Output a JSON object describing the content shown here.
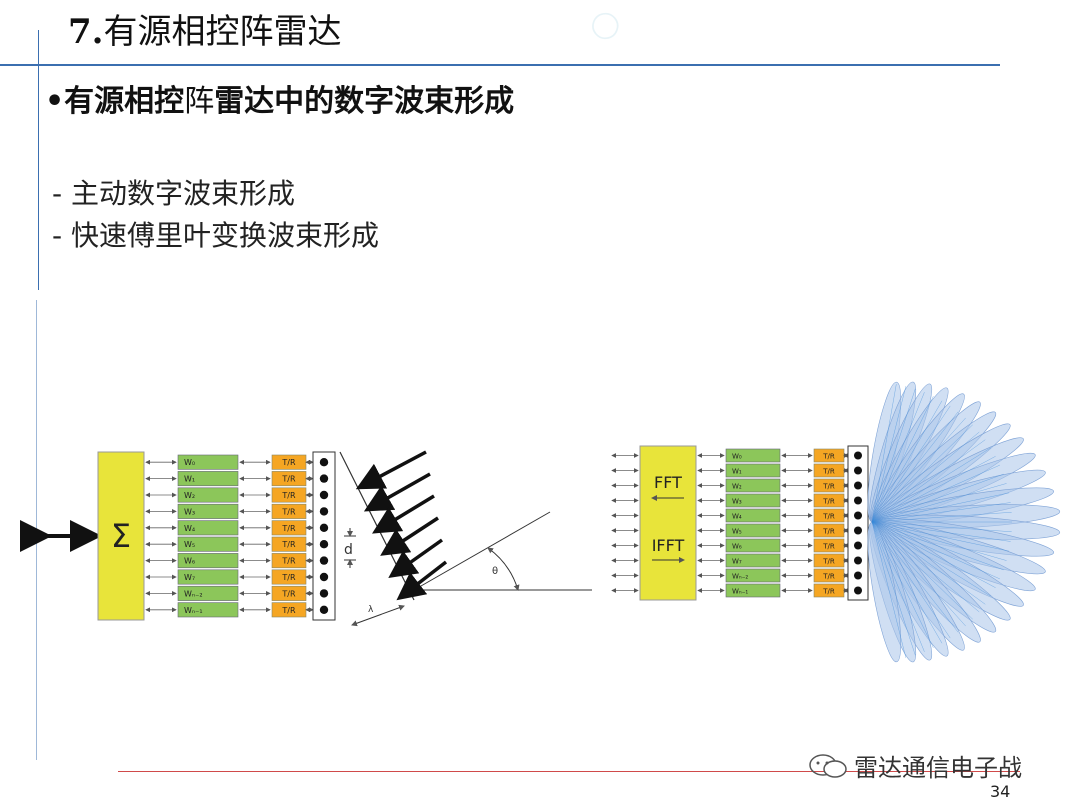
{
  "slide": {
    "title_num": "7.",
    "title_text": "有源相控阵雷达",
    "subtitle_bold_1": "•有源相控",
    "subtitle_thin": "阵",
    "subtitle_bold_2": "雷达中的数字波束形成",
    "bullets": [
      "- 主动数字波束形成",
      "- 快速傅里叶变换波束形成"
    ],
    "page_number": "34",
    "watermark_brand": "雷达通信电子战"
  },
  "diagram_left": {
    "sum_symbol": "Σ",
    "weights": [
      "W₀",
      "W₁",
      "W₂",
      "W₃",
      "W₄",
      "W₅",
      "W₆",
      "W₇",
      "Wₙ₋₂",
      "Wₙ₋₁"
    ],
    "tr_labels": [
      "T/R",
      "T/R",
      "T/R",
      "T/R",
      "T/R",
      "T/R",
      "T/R",
      "T/R",
      "T/R",
      "T/R"
    ],
    "d_label": "d",
    "lambda_label": "λ",
    "theta_label": "θ"
  },
  "diagram_right": {
    "fft_label": "FFT",
    "ifft_label": "IFFT",
    "weights": [
      "W₀",
      "W₁",
      "W₂",
      "W₃",
      "W₄",
      "W₅",
      "W₆",
      "W₇",
      "Wₙ₋₂",
      "Wₙ₋₁"
    ],
    "tr_labels": [
      "T/R",
      "T/R",
      "T/R",
      "T/R",
      "T/R",
      "T/R",
      "T/R",
      "T/R",
      "T/R",
      "T/R"
    ]
  },
  "colors": {
    "yellow": "#e8e43a",
    "green": "#8cc65a",
    "orange": "#f5a623",
    "beam": "#a9c4ea",
    "accent_line": "#3b6fb0"
  }
}
